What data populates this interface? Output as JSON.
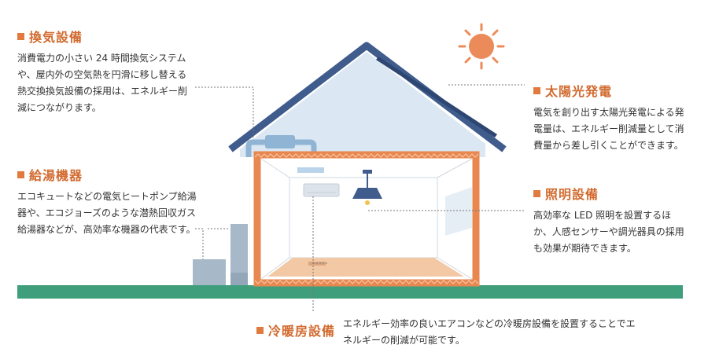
{
  "colors": {
    "accent": "#e07a3f",
    "heading": "#d26a2e",
    "roof": "#3f5c8c",
    "sky_wall": "#dbe7f2",
    "insulation": "#e8874f",
    "ground": "#3f9e7c",
    "sun": "#ec8b5a",
    "floor": "#f3c9a5"
  },
  "sections": {
    "ventilation": {
      "title": "換気設備",
      "body": "消費電力の小さい 24 時間換気システムや、屋内外の空気熱を円滑に移し替える熱交換換気設備の採用は、エネルギー削減につながります。"
    },
    "water_heater": {
      "title": "給湯機器",
      "body": "エコキュートなどの電気ヒートポンプ給湯器や、エコジョーズのような潜熱回収ガス給湯器などが、高効率な機器の代表です。"
    },
    "solar": {
      "title": "太陽光発電",
      "body": "電気を創り出す太陽光発電による発電量は、エネルギー削減量として消費量から差し引くことができます。"
    },
    "lighting": {
      "title": "照明設備",
      "body": "高効率な LED 照明を設置するほか、人感センサーや調光器具の採用も効果が期待できます。"
    },
    "heating_cooling": {
      "title": "冷暖房設備",
      "body": "エネルギー効率の良いエアコンなどの冷暖房設備を設置することでエネルギーの削減が可能です。"
    }
  },
  "icons": [
    "sun-icon",
    "house-illustration",
    "ventilation-duct-icon",
    "water-heater-icon",
    "ceiling-light-icon",
    "air-conditioner-icon",
    "pendant-lamp-icon",
    "window-icon"
  ]
}
